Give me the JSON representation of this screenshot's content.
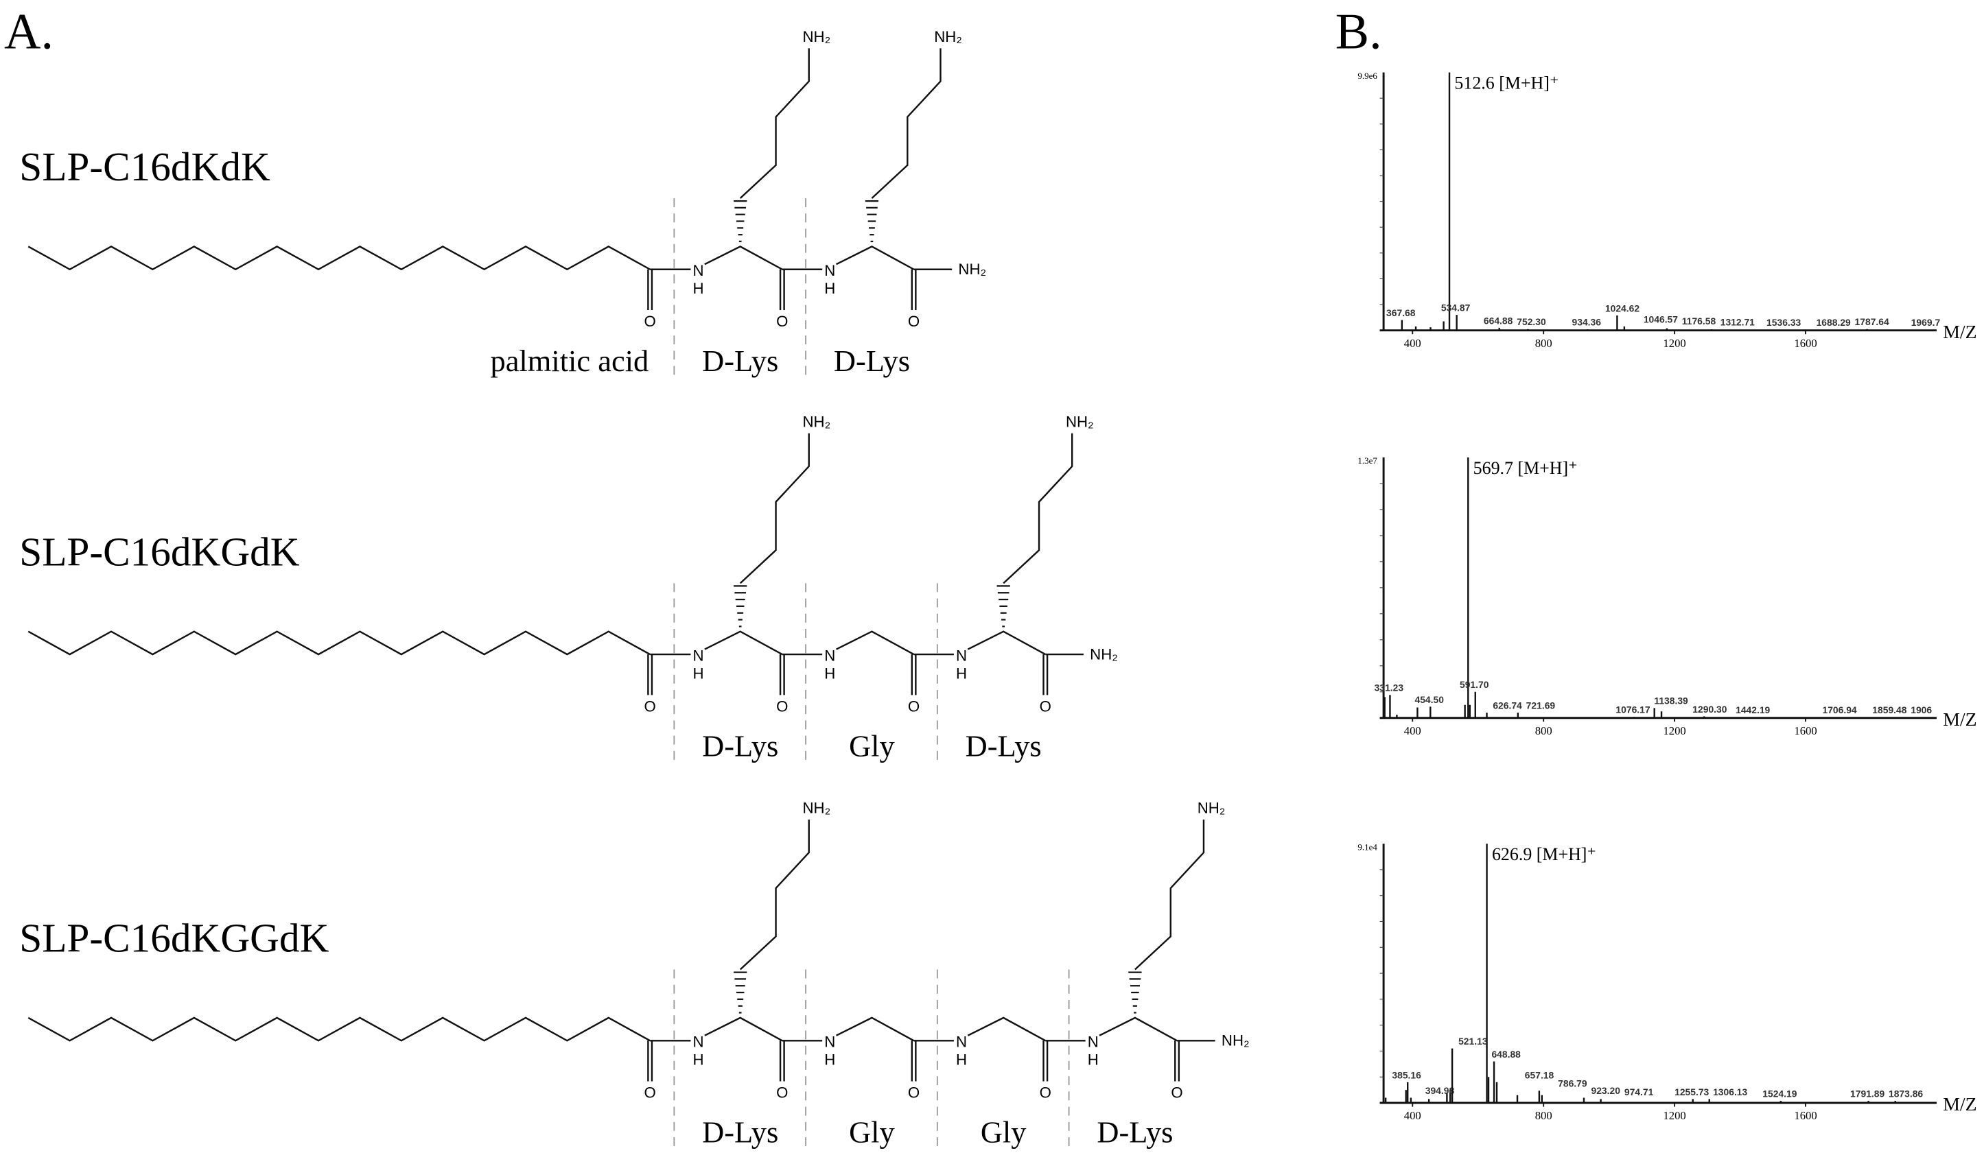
{
  "panel_a": {
    "label": "A.",
    "atoms": {
      "amine": "NH₂",
      "oxygen": "O",
      "nitrogen": "N",
      "hydrogen": "H"
    },
    "structures": [
      {
        "title": "SLP-C16dKdK",
        "residues": [
          "K",
          "K"
        ],
        "fatty_label": "palmitic acid",
        "residue_labels": [
          "D-Lys",
          "D-Lys"
        ]
      },
      {
        "title": "SLP-C16dKGdK",
        "residues": [
          "K",
          "G",
          "K"
        ],
        "fatty_label": "",
        "residue_labels": [
          "D-Lys",
          "Gly",
          "D-Lys"
        ]
      },
      {
        "title": "SLP-C16dKGGdK",
        "residues": [
          "K",
          "G",
          "G",
          "K"
        ],
        "fatty_label": "",
        "residue_labels": [
          "D-Lys",
          "Gly",
          "Gly",
          "D-Lys"
        ]
      }
    ]
  },
  "panel_b": {
    "label": "B."
  },
  "chart_data": [
    {
      "type": "bar",
      "xlabel": "M/Z",
      "xlim": [
        300,
        2000
      ],
      "xticks": [
        400,
        800,
        1200,
        1600
      ],
      "ymax_label": "9.9e6",
      "main_peak": {
        "mz": 512.6,
        "intensity": 1.0,
        "label": "512.6 [M+H]⁺"
      },
      "peaks": [
        {
          "mz": 367.68,
          "intensity": 0.04,
          "label": "367.68"
        },
        {
          "mz": 534.87,
          "intensity": 0.06,
          "label": "534.87"
        },
        {
          "mz": 664.88,
          "intensity": 0.01,
          "label": "664.88"
        },
        {
          "mz": 752.3,
          "intensity": 0.005,
          "label": "752.30"
        },
        {
          "mz": 934.36,
          "intensity": 0.004,
          "label": "934.36"
        },
        {
          "mz": 1024.62,
          "intensity": 0.058,
          "label": "1024.62"
        },
        {
          "mz": 1046.57,
          "intensity": 0.015,
          "label": "1046.57"
        },
        {
          "mz": 1176.58,
          "intensity": 0.008,
          "label": "1176.58"
        },
        {
          "mz": 1312.71,
          "intensity": 0.004,
          "label": "1312.71"
        },
        {
          "mz": 1536.33,
          "intensity": 0.003,
          "label": "1536.33"
        },
        {
          "mz": 1688.29,
          "intensity": 0.003,
          "label": "1688.29"
        },
        {
          "mz": 1787.64,
          "intensity": 0.005,
          "label": "1787.64"
        },
        {
          "mz": 1969.7,
          "intensity": 0.003,
          "label": "1969.7"
        }
      ],
      "minor_peaks": [
        {
          "mz": 410,
          "intensity": 0.015
        },
        {
          "mz": 455,
          "intensity": 0.012
        },
        {
          "mz": 495,
          "intensity": 0.035
        }
      ]
    },
    {
      "type": "bar",
      "xlabel": "M/Z",
      "xlim": [
        300,
        2000
      ],
      "xticks": [
        400,
        800,
        1200,
        1600
      ],
      "ymax_label": "1.3e7",
      "main_peak": {
        "mz": 569.7,
        "intensity": 1.0,
        "label": "569.7 [M+H]⁺"
      },
      "peaks": [
        {
          "mz": 331.23,
          "intensity": 0.088,
          "label": "331.23"
        },
        {
          "mz": 454.5,
          "intensity": 0.043,
          "label": "454.50"
        },
        {
          "mz": 591.7,
          "intensity": 0.1,
          "label": "591.70"
        },
        {
          "mz": 626.74,
          "intensity": 0.02,
          "label": "626.74"
        },
        {
          "mz": 721.69,
          "intensity": 0.02,
          "label": "721.69"
        },
        {
          "mz": 1076.17,
          "intensity": 0.004,
          "label": "1076.17"
        },
        {
          "mz": 1138.39,
          "intensity": 0.038,
          "label": "1138.39"
        },
        {
          "mz": 1290.3,
          "intensity": 0.006,
          "label": "1290.30"
        },
        {
          "mz": 1442.19,
          "intensity": 0.003,
          "label": "1442.19"
        },
        {
          "mz": 1706.94,
          "intensity": 0.003,
          "label": "1706.94"
        },
        {
          "mz": 1859.48,
          "intensity": 0.003,
          "label": "1859.48"
        },
        {
          "mz": 1906,
          "intensity": 0.003,
          "label": "1906"
        }
      ],
      "minor_peaks": [
        {
          "mz": 315,
          "intensity": 0.08
        },
        {
          "mz": 352,
          "intensity": 0.012
        },
        {
          "mz": 415,
          "intensity": 0.04
        },
        {
          "mz": 560,
          "intensity": 0.05
        },
        {
          "mz": 575,
          "intensity": 0.05
        },
        {
          "mz": 1160,
          "intensity": 0.025
        }
      ]
    },
    {
      "type": "bar",
      "xlabel": "M/Z",
      "xlim": [
        300,
        2000
      ],
      "xticks": [
        400,
        800,
        1200,
        1600
      ],
      "ymax_label": "9.1e4",
      "main_peak": {
        "mz": 626.9,
        "intensity": 1.0,
        "label": "626.9 [M+H]⁺"
      },
      "peaks": [
        {
          "mz": 385.16,
          "intensity": 0.08,
          "label": "385.16"
        },
        {
          "mz": 394.98,
          "intensity": 0.02,
          "label": "394.98"
        },
        {
          "mz": 521.13,
          "intensity": 0.21,
          "label": "521.13"
        },
        {
          "mz": 648.88,
          "intensity": 0.16,
          "label": "648.88"
        },
        {
          "mz": 657.18,
          "intensity": 0.08,
          "label": "657.18"
        },
        {
          "mz": 786.79,
          "intensity": 0.047,
          "label": "786.79"
        },
        {
          "mz": 923.2,
          "intensity": 0.02,
          "label": "923.20"
        },
        {
          "mz": 974.71,
          "intensity": 0.015,
          "label": "974.71"
        },
        {
          "mz": 1255.73,
          "intensity": 0.015,
          "label": "1255.73"
        },
        {
          "mz": 1306.13,
          "intensity": 0.015,
          "label": "1306.13"
        },
        {
          "mz": 1524.19,
          "intensity": 0.008,
          "label": "1524.19"
        },
        {
          "mz": 1791.89,
          "intensity": 0.008,
          "label": "1791.89"
        },
        {
          "mz": 1873.86,
          "intensity": 0.008,
          "label": "1873.86"
        }
      ],
      "minor_peaks": [
        {
          "mz": 318,
          "intensity": 0.02
        },
        {
          "mz": 380,
          "intensity": 0.05
        },
        {
          "mz": 450,
          "intensity": 0.015
        },
        {
          "mz": 505,
          "intensity": 0.04
        },
        {
          "mz": 515,
          "intensity": 0.05
        },
        {
          "mz": 632,
          "intensity": 0.1
        },
        {
          "mz": 720,
          "intensity": 0.03
        },
        {
          "mz": 795,
          "intensity": 0.03
        }
      ]
    }
  ]
}
